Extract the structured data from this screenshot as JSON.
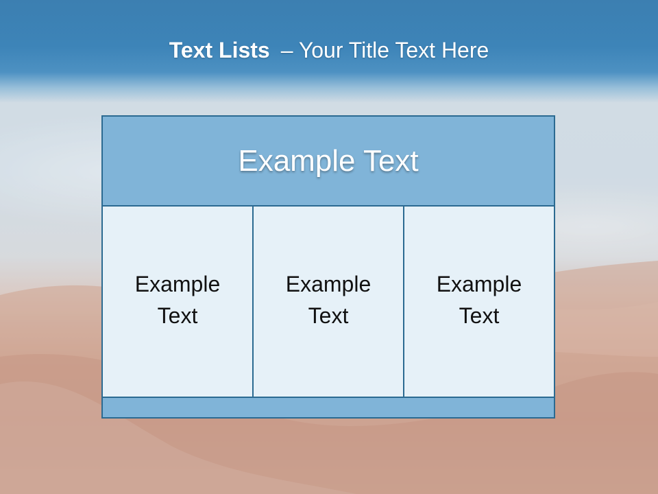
{
  "slide": {
    "title_bold": "Text Lists",
    "title_rest": "– Your Title Text Here"
  },
  "table": {
    "header": "Example Text",
    "columns": [
      {
        "text": "Example Text"
      },
      {
        "text": "Example Text"
      },
      {
        "text": "Example Text"
      }
    ]
  },
  "colors": {
    "header_band": "#3d84b8",
    "cell_fill": "#80b4d8",
    "cell_light": "#e6f1f8",
    "border": "#2b6a91"
  }
}
